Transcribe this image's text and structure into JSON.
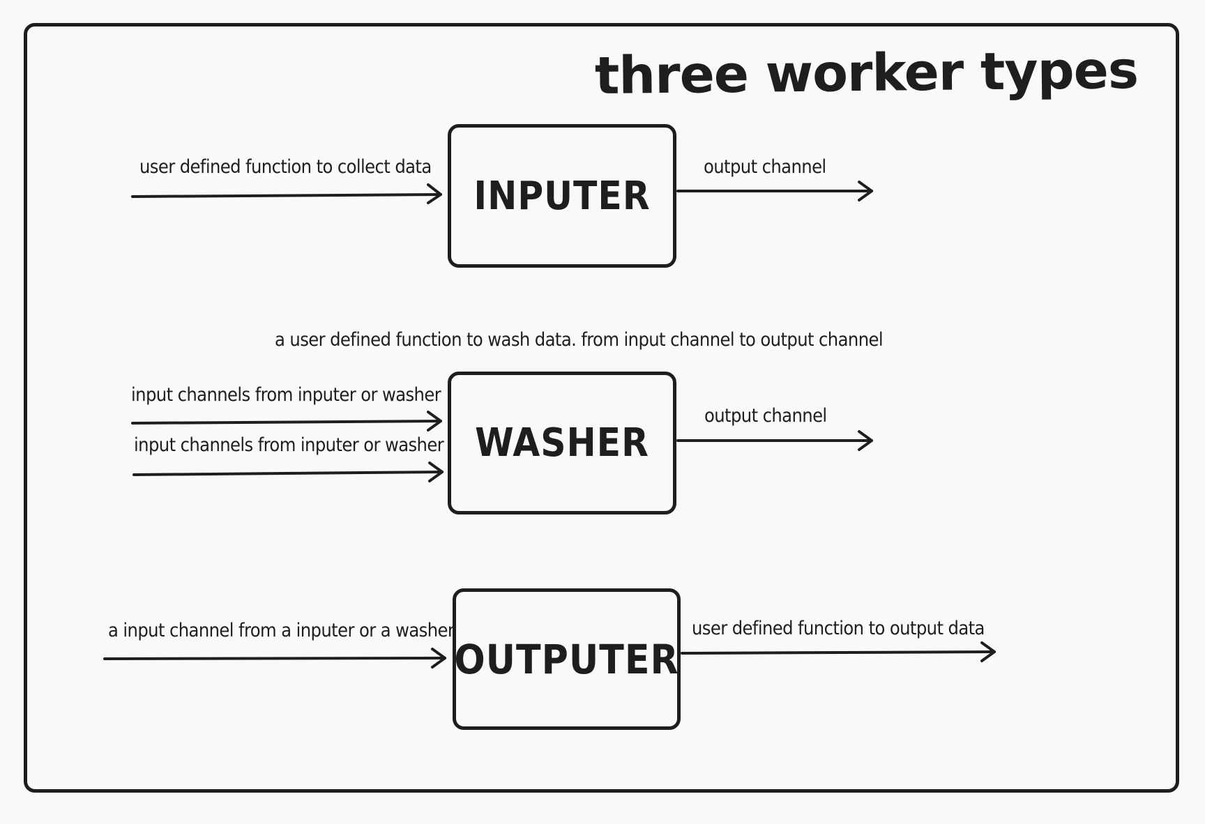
{
  "title": "three worker types",
  "workers": {
    "inputer": {
      "name": "INPUTER",
      "input_label": "user defined function to collect data",
      "output_label": "output channel"
    },
    "washer": {
      "name": "WASHER",
      "description": "a user defined function to wash data. from input channel to output channel",
      "input_label_1": "input channels from inputer or washer",
      "input_label_2": "input channels from inputer or washer",
      "output_label": "output channel"
    },
    "outputer": {
      "name": "OUTPUTER",
      "input_label": "a input channel from a inputer or a washer",
      "output_label": "user defined function to output data"
    }
  },
  "colors": {
    "background": "#f8f9fa",
    "stroke": "#1e1e1e"
  }
}
